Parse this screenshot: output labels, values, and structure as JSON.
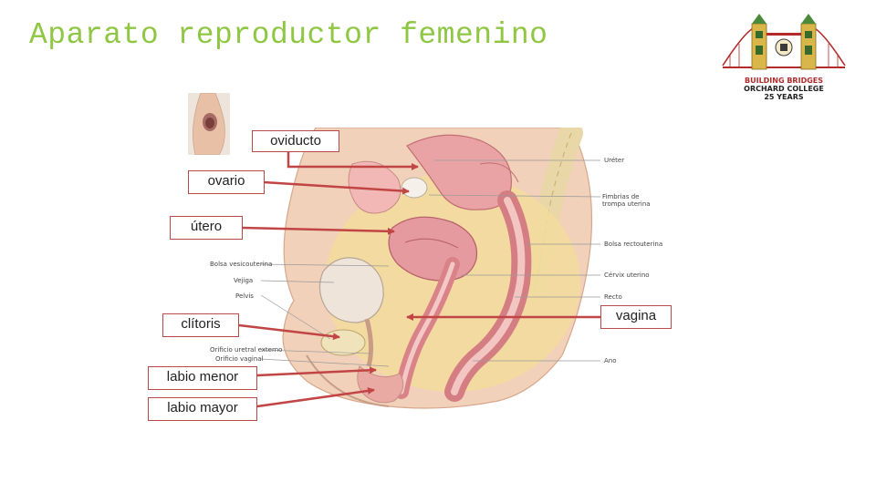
{
  "title": "Aparato reproductor femenino",
  "logo": {
    "line1": "BUILDING BRIDGES",
    "line2": "ORCHARD COLLEGE",
    "line3": "25 YEARS"
  },
  "callouts": {
    "oviducto": "oviducto",
    "ovario": "ovario",
    "utero": "útero",
    "clitoris": "clítoris",
    "labio_menor": "labio menor",
    "labio_mayor": "labio mayor",
    "vagina": "vagina"
  },
  "figure_labels": {
    "ureter": "Uréter",
    "fimbrias": "Fimbrias de trompa uterina",
    "bolsa_recto": "Bolsa rectouterina",
    "cervix": "Cérvix uterino",
    "recto": "Recto",
    "ano": "Ano",
    "bolsa_vesico": "Bolsa vesicouterina",
    "vejiga": "Vejiga",
    "pelvis": "Pelvis",
    "orificio_uretral": "Orificio uretral externo",
    "orificio_vaginal": "Orificio vaginal"
  },
  "colors": {
    "title": "#8fc744",
    "label_border": "#b84a4a",
    "arrow": "#c24545"
  }
}
